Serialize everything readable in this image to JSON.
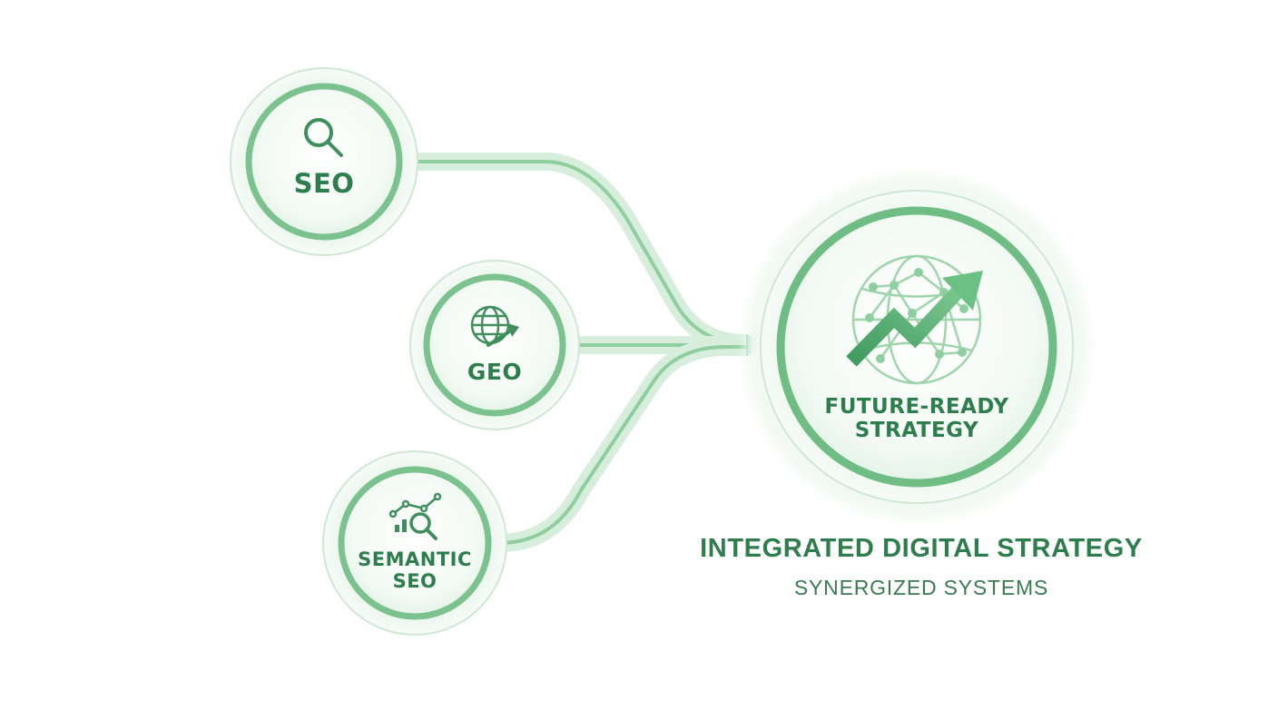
{
  "nodes": {
    "seo": {
      "label": "SEO",
      "icon": "magnifier-icon"
    },
    "geo": {
      "label": "GEO",
      "icon": "globe-arrow-icon"
    },
    "semantic": {
      "label_line1": "SEMANTIC",
      "label_line2": "SEO",
      "icon": "chart-magnifier-icon"
    },
    "target": {
      "label_line1": "FUTURE-READY",
      "label_line2": "STRATEGY",
      "icon": "network-globe-growth-arrow-icon"
    }
  },
  "caption": {
    "title": "INTEGRATED DIGITAL STRATEGY",
    "subtitle": "SYNERGIZED SYSTEMS"
  },
  "colors": {
    "primary": "#2e7d4c",
    "accent": "#5fb878",
    "light_fill": "#eaf6ec",
    "connector": "#bfe3c6"
  }
}
